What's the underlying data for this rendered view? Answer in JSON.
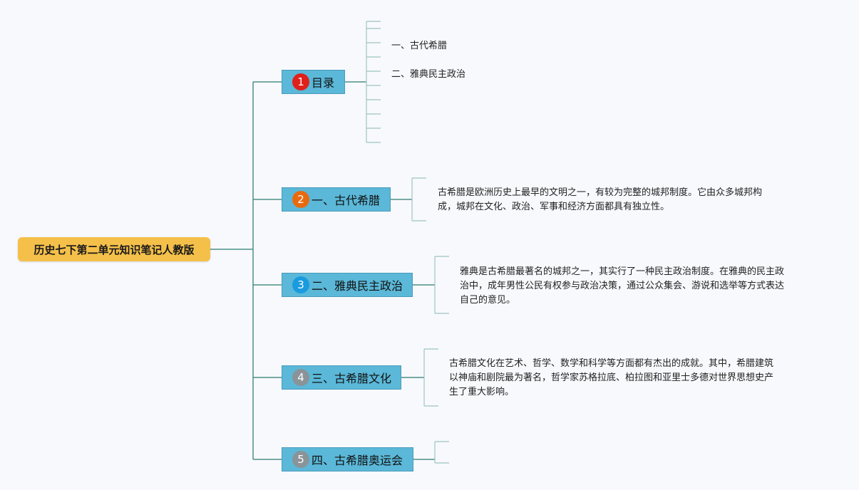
{
  "root": {
    "title": "历史七下第二单元知识笔记人教版",
    "color": "#f5c04a"
  },
  "topics": [
    {
      "num": "1",
      "label": "目录",
      "badge_color": "#e0201a",
      "children": [
        "一、古代希腊",
        "二、雅典民主政治"
      ]
    },
    {
      "num": "2",
      "label": "一、古代希腊",
      "badge_color": "#e86a10",
      "desc": [
        "古希腊是欧洲历史上最早的文明之一，有较为完整的城邦制度。它由众多城邦构",
        "成，城邦在文化、政治、军事和经济方面都具有独立性。"
      ]
    },
    {
      "num": "3",
      "label": "二、雅典民主政治",
      "badge_color": "#1a9be0",
      "desc": [
        "雅典是古希腊最著名的城邦之一，其实行了一种民主政治制度。在雅典的民主政",
        "治中，成年男性公民有权参与政治决策，通过公众集会、游说和选举等方式表达",
        "自己的意见。"
      ]
    },
    {
      "num": "4",
      "label": "三、古希腊文化",
      "badge_color": "#8a9398",
      "desc": [
        "古希腊文化在艺术、哲学、数学和科学等方面都有杰出的成就。其中，希腊建筑",
        "以神庙和剧院最为著名，哲学家苏格拉底、柏拉图和亚里士多德对世界思想史产",
        "生了重大影响。"
      ]
    },
    {
      "num": "5",
      "label": "四、古希腊奥运会",
      "badge_color": "#8a9398",
      "desc": []
    }
  ],
  "colors": {
    "topic_fill": "#5bb8d8",
    "line_main": "#4a8f86",
    "line_light": "#9cc5c0"
  }
}
